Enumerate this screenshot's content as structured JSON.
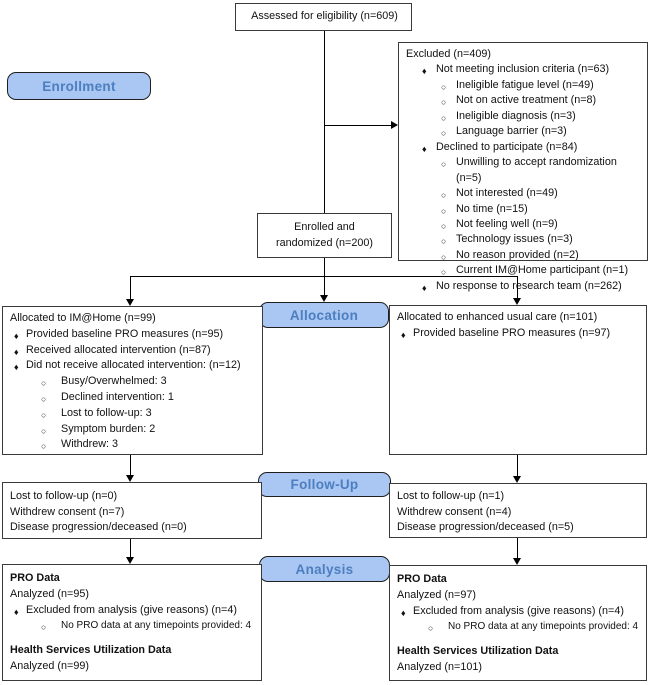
{
  "colors": {
    "stage_fill": "#a9c7f2",
    "stage_text": "#4d7ec0",
    "box_border": "#3a3a3a"
  },
  "stages": {
    "enrollment": "Enrollment",
    "allocation": "Allocation",
    "followup": "Follow-Up",
    "analysis": "Analysis"
  },
  "eligibility": {
    "text": "Assessed for eligibility (n=609)"
  },
  "enrolled": {
    "text": "Enrolled and randomized (n=200)"
  },
  "excluded": {
    "title": "Excluded (n=409)",
    "items": [
      {
        "cls": "l1",
        "text": "Not meeting inclusion criteria (n=63)"
      },
      {
        "cls": "l2",
        "text": "Ineligible fatigue level (n=49)"
      },
      {
        "cls": "l2",
        "text": "Not on active treatment (n=8)"
      },
      {
        "cls": "l2",
        "text": "Ineligible diagnosis (n=3)"
      },
      {
        "cls": "l2",
        "text": "Language barrier (n=3)"
      },
      {
        "cls": "l1",
        "text": "Declined to participate (n=84)"
      },
      {
        "cls": "l2",
        "text": "Unwilling to accept randomization (n=5)"
      },
      {
        "cls": "l2",
        "text": "Not interested (n=49)"
      },
      {
        "cls": "l2",
        "text": "No time (n=15)"
      },
      {
        "cls": "l2",
        "text": "Not feeling well (n=9)"
      },
      {
        "cls": "l2",
        "text": "Technology issues (n=3)"
      },
      {
        "cls": "l2",
        "text": "No reason provided (n=2)"
      },
      {
        "cls": "l2",
        "text": "Current IM@Home participant (n=1)"
      },
      {
        "cls": "l1",
        "text": "No response to research team (n=262)"
      }
    ]
  },
  "allocation_left": {
    "items": [
      {
        "cls": "t",
        "text": "Allocated to IM@Home (n=99)"
      },
      {
        "cls": "l1",
        "text": "Provided baseline PRO measures (n=95)"
      },
      {
        "cls": "l1",
        "text": "Received allocated intervention (n=87)"
      },
      {
        "cls": "l1",
        "text": "Did not receive allocated intervention: (n=12)"
      },
      {
        "cls": "l2",
        "text": "Busy/Overwhelmed: 3"
      },
      {
        "cls": "l2",
        "text": "Declined intervention: 1"
      },
      {
        "cls": "l2",
        "text": "Lost to follow-up: 3"
      },
      {
        "cls": "l2",
        "text": "Symptom burden: 2"
      },
      {
        "cls": "l2",
        "text": "Withdrew: 3"
      }
    ]
  },
  "allocation_right": {
    "items": [
      {
        "cls": "t",
        "text": "Allocated to enhanced usual care (n=101)"
      },
      {
        "cls": "l1",
        "text": "Provided baseline PRO measures (n=97)"
      }
    ]
  },
  "followup_left": {
    "items": [
      {
        "cls": "t",
        "text": "Lost to follow-up (n=0)"
      },
      {
        "cls": "t",
        "text": "Withdrew consent (n=7)"
      },
      {
        "cls": "t",
        "text": "Disease progression/deceased (n=0)"
      }
    ]
  },
  "followup_right": {
    "items": [
      {
        "cls": "t",
        "text": "Lost to follow-up (n=1)"
      },
      {
        "cls": "t",
        "text": "Withdrew consent (n=4)"
      },
      {
        "cls": "t",
        "text": "Disease progression/deceased (n=5)"
      }
    ]
  },
  "analysis_left": {
    "items": [
      {
        "cls": "b",
        "text": "PRO Data"
      },
      {
        "cls": "t",
        "text": "Analyzed (n=95)"
      },
      {
        "cls": "l1",
        "text": "Excluded from analysis (give reasons) (n=4)"
      },
      {
        "cls": "l2 sm",
        "text": "No PRO data at any timepoints provided: 4"
      },
      {
        "cls": "b gap",
        "text": "Health Services Utilization Data"
      },
      {
        "cls": "t",
        "text": "Analyzed (n=99)"
      }
    ]
  },
  "analysis_right": {
    "items": [
      {
        "cls": "b",
        "text": "PRO Data"
      },
      {
        "cls": "t",
        "text": "Analyzed (n=97)"
      },
      {
        "cls": "l1",
        "text": "Excluded from analysis (give reasons) (n=4)"
      },
      {
        "cls": "l2 sm",
        "text": "No PRO data at any timepoints provided: 4"
      },
      {
        "cls": "b gap",
        "text": "Health Services Utilization Data"
      },
      {
        "cls": "t",
        "text": "Analyzed (n=101)"
      }
    ]
  }
}
